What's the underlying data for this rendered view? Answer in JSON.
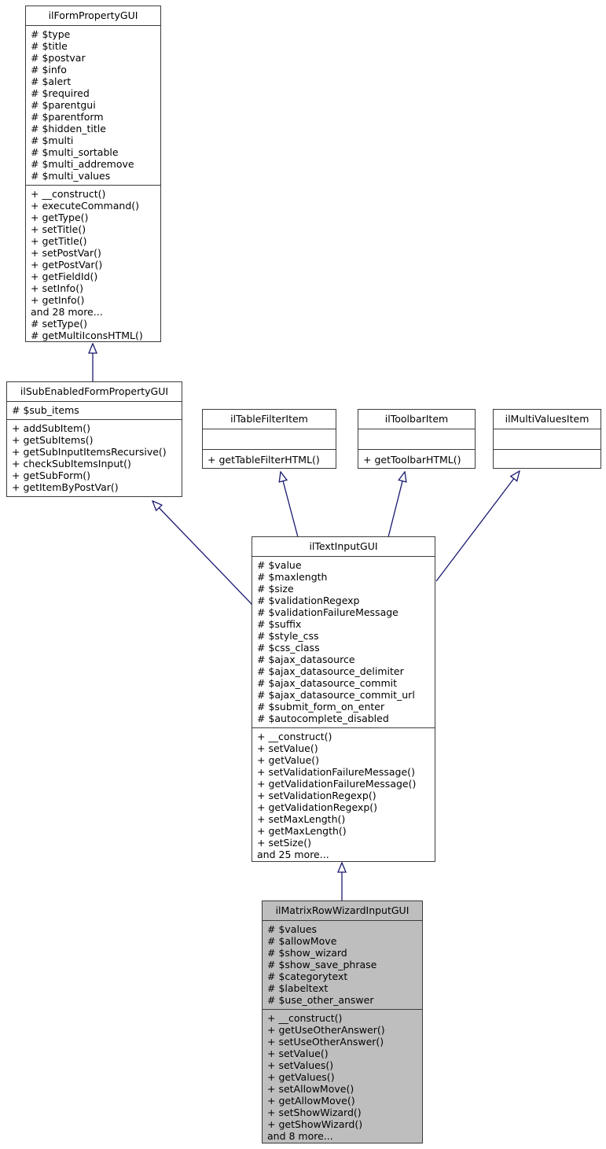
{
  "diagram": {
    "type": "uml-class-inheritance-diagram",
    "colors": {
      "background": "#ffffff",
      "box_fill": "#ffffff",
      "box_border": "#3c3c3c",
      "highlight_fill": "#bebebe",
      "arrow": "#191970",
      "text": "#000000"
    },
    "classes": {
      "form_property": {
        "title": "ilFormPropertyGUI",
        "attributes": [
          "# $type",
          "# $title",
          "# $postvar",
          "# $info",
          "# $alert",
          "# $required",
          "# $parentgui",
          "# $parentform",
          "# $hidden_title",
          "# $multi",
          "# $multi_sortable",
          "# $multi_addremove",
          "# $multi_values"
        ],
        "methods": [
          "+ __construct()",
          "+ executeCommand()",
          "+ getType()",
          "+ setTitle()",
          "+ getTitle()",
          "+ setPostVar()",
          "+ getPostVar()",
          "+ getFieldId()",
          "+ setInfo()",
          "+ getInfo()",
          "and 28 more...",
          "# setType()",
          "# getMultiIconsHTML()"
        ]
      },
      "sub_enabled": {
        "title": "ilSubEnabledFormPropertyGUI",
        "attributes": [
          "# $sub_items"
        ],
        "methods": [
          "+ addSubItem()",
          "+ getSubItems()",
          "+ getSubInputItemsRecursive()",
          "+ checkSubItemsInput()",
          "+ getSubForm()",
          "+ getItemByPostVar()"
        ]
      },
      "table_filter": {
        "title": "ilTableFilterItem",
        "attributes": [],
        "methods": [
          "+ getTableFilterHTML()"
        ]
      },
      "toolbar": {
        "title": "ilToolbarItem",
        "attributes": [],
        "methods": [
          "+ getToolbarHTML()"
        ]
      },
      "multi_values": {
        "title": "ilMultiValuesItem",
        "attributes": [],
        "methods": []
      },
      "text_input": {
        "title": "ilTextInputGUI",
        "attributes": [
          "# $value",
          "# $maxlength",
          "# $size",
          "# $validationRegexp",
          "# $validationFailureMessage",
          "# $suffix",
          "# $style_css",
          "# $css_class",
          "# $ajax_datasource",
          "# $ajax_datasource_delimiter",
          "# $ajax_datasource_commit",
          "# $ajax_datasource_commit_url",
          "# $submit_form_on_enter",
          "# $autocomplete_disabled"
        ],
        "methods": [
          "+ __construct()",
          "+ setValue()",
          "+ getValue()",
          "+ setValidationFailureMessage()",
          "+ getValidationFailureMessage()",
          "+ setValidationRegexp()",
          "+ getValidationRegexp()",
          "+ setMaxLength()",
          "+ getMaxLength()",
          "+ setSize()",
          "and 25 more..."
        ]
      },
      "matrix_row": {
        "title": "ilMatrixRowWizardInputGUI",
        "highlighted": true,
        "attributes": [
          "# $values",
          "# $allowMove",
          "# $show_wizard",
          "# $show_save_phrase",
          "# $categorytext",
          "# $labeltext",
          "# $use_other_answer"
        ],
        "methods": [
          "+ __construct()",
          "+ getUseOtherAnswer()",
          "+ setUseOtherAnswer()",
          "+ setValue()",
          "+ setValues()",
          "+ getValues()",
          "+ setAllowMove()",
          "+ getAllowMove()",
          "+ setShowWizard()",
          "+ getShowWizard()",
          "and 8 more..."
        ]
      }
    },
    "relations": [
      {
        "from": "ilSubEnabledFormPropertyGUI",
        "to": "ilFormPropertyGUI",
        "type": "inheritance"
      },
      {
        "from": "ilTextInputGUI",
        "to": "ilSubEnabledFormPropertyGUI",
        "type": "inheritance"
      },
      {
        "from": "ilTextInputGUI",
        "to": "ilTableFilterItem",
        "type": "inheritance"
      },
      {
        "from": "ilTextInputGUI",
        "to": "ilToolbarItem",
        "type": "inheritance"
      },
      {
        "from": "ilTextInputGUI",
        "to": "ilMultiValuesItem",
        "type": "inheritance"
      },
      {
        "from": "ilMatrixRowWizardInputGUI",
        "to": "ilTextInputGUI",
        "type": "inheritance"
      }
    ]
  }
}
